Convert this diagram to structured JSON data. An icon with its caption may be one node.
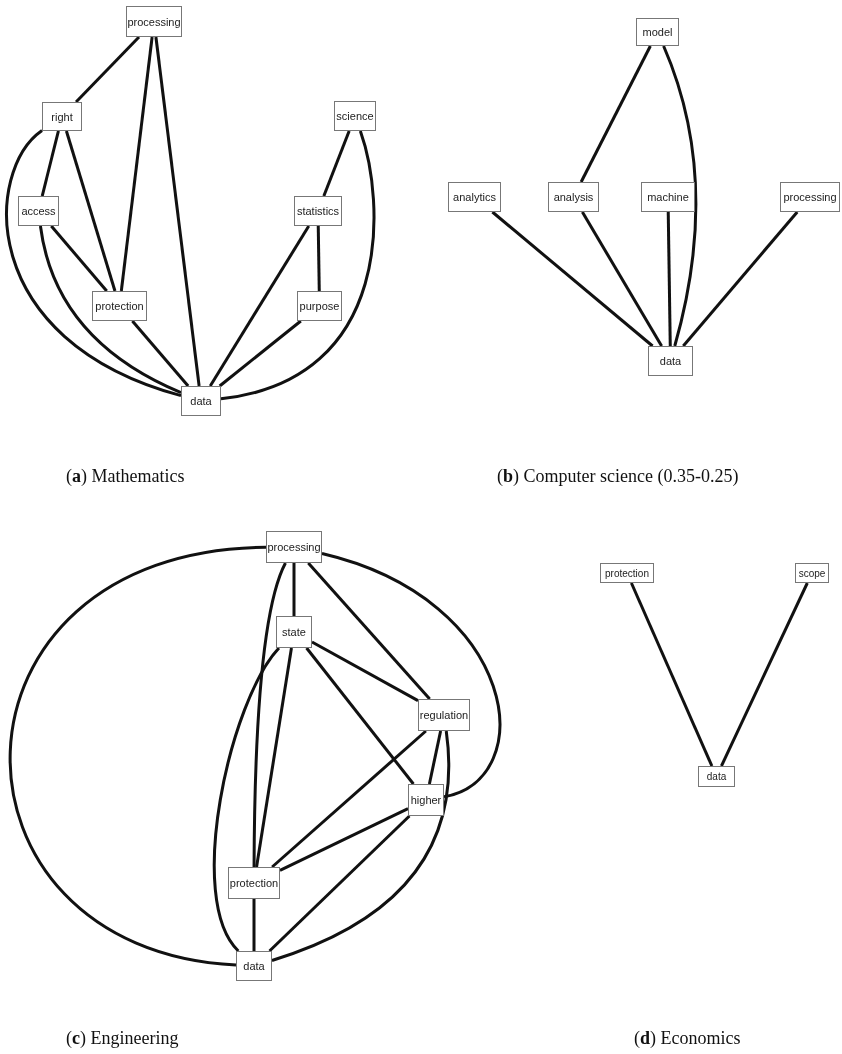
{
  "diagram": {
    "nodes": [
      {
        "text": [
          "processing"
        ]
      },
      {
        "text": [
          "right"
        ]
      },
      {
        "text": [
          "science"
        ]
      },
      {
        "text": [
          "access"
        ]
      },
      {
        "text": [
          "statistics"
        ]
      },
      {
        "text": [
          "protection"
        ]
      },
      {
        "text": [
          "purpose"
        ]
      },
      {
        "text": [
          "data"
        ]
      },
      {
        "text": [
          "model"
        ]
      },
      {
        "text": [
          "analytics"
        ]
      },
      {
        "text": [
          "analysis"
        ]
      },
      {
        "text": [
          "machine"
        ]
      },
      {
        "text": [
          "processing"
        ]
      },
      {
        "text": [
          "data"
        ]
      },
      {
        "text": [
          "processing"
        ]
      },
      {
        "text": [
          "state"
        ]
      },
      {
        "text": [
          "regulation"
        ]
      },
      {
        "text": [
          "higher"
        ]
      },
      {
        "text": [
          "protection"
        ]
      },
      {
        "text": [
          "data"
        ]
      },
      {
        "text": [
          "protection"
        ]
      },
      {
        "text": [
          "scope"
        ]
      },
      {
        "text": [
          "data"
        ]
      }
    ],
    "edges": [
      {
        "from": 0,
        "to": 1,
        "arrow": "none"
      },
      {
        "from": 0,
        "to": 5,
        "arrow": "none"
      },
      {
        "from": 0,
        "to": 7,
        "arrow": "none"
      },
      {
        "from": 1,
        "to": 3,
        "arrow": "none"
      },
      {
        "from": 1,
        "to": 5,
        "arrow": "none"
      },
      {
        "from": 1,
        "to": 7,
        "arrow": "none"
      },
      {
        "from": 3,
        "to": 5,
        "arrow": "none"
      },
      {
        "from": 3,
        "to": 7,
        "arrow": "none"
      },
      {
        "from": 5,
        "to": 7,
        "arrow": "none"
      },
      {
        "from": 2,
        "to": 4,
        "arrow": "none"
      },
      {
        "from": 2,
        "to": 7,
        "arrow": "none"
      },
      {
        "from": 4,
        "to": 6,
        "arrow": "none"
      },
      {
        "from": 4,
        "to": 7,
        "arrow": "none"
      },
      {
        "from": 6,
        "to": 7,
        "arrow": "none"
      },
      {
        "from": 8,
        "to": 10,
        "arrow": "none"
      },
      {
        "from": 8,
        "to": 13,
        "arrow": "none"
      },
      {
        "from": 9,
        "to": 13,
        "arrow": "none"
      },
      {
        "from": 10,
        "to": 13,
        "arrow": "none"
      },
      {
        "from": 11,
        "to": 13,
        "arrow": "none"
      },
      {
        "from": 12,
        "to": 13,
        "arrow": "none"
      },
      {
        "from": 14,
        "to": 19,
        "arrow": "none"
      },
      {
        "from": 14,
        "to": 15,
        "arrow": "none"
      },
      {
        "from": 14,
        "to": 18,
        "arrow": "none"
      },
      {
        "from": 14,
        "to": 16,
        "arrow": "none"
      },
      {
        "from": 14,
        "to": 17,
        "arrow": "none"
      },
      {
        "from": 15,
        "to": 18,
        "arrow": "none"
      },
      {
        "from": 15,
        "to": 19,
        "arrow": "none"
      },
      {
        "from": 15,
        "to": 16,
        "arrow": "none"
      },
      {
        "from": 15,
        "to": 17,
        "arrow": "none"
      },
      {
        "from": 16,
        "to": 17,
        "arrow": "none"
      },
      {
        "from": 16,
        "to": 18,
        "arrow": "none"
      },
      {
        "from": 16,
        "to": 19,
        "arrow": "none"
      },
      {
        "from": 17,
        "to": 18,
        "arrow": "none"
      },
      {
        "from": 17,
        "to": 19,
        "arrow": "none"
      },
      {
        "from": 18,
        "to": 19,
        "arrow": "none"
      },
      {
        "from": 20,
        "to": 22,
        "arrow": "none"
      },
      {
        "from": 21,
        "to": 22,
        "arrow": "none"
      }
    ],
    "labels": [
      "(**a**) Mathematics",
      "(**b**) Computer science (0.35-0.25)",
      "(**c**) Engineering",
      "(**d**) Economics"
    ]
  }
}
